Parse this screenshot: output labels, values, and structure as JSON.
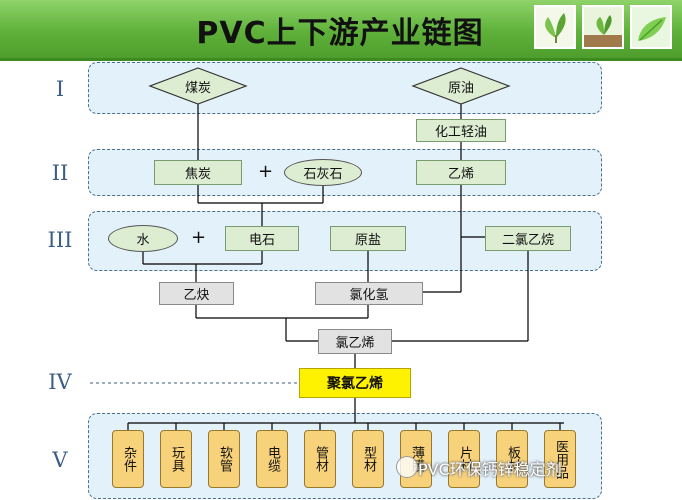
{
  "title": "PVC上下游产业链图",
  "levels": [
    "I",
    "II",
    "III",
    "IV",
    "V"
  ],
  "nodes": {
    "coal": "煤炭",
    "crude_oil": "原油",
    "naphtha": "化工轻油",
    "coke": "焦炭",
    "limestone": "石灰石",
    "ethylene": "乙烯",
    "water": "水",
    "calcium_carbide": "电石",
    "salt": "原盐",
    "edc": "二氯乙烷",
    "acetylene": "乙炔",
    "hcl": "氯化氢",
    "vcm": "氯乙烯",
    "pvc": "聚氯乙烯"
  },
  "plus_sign": "+",
  "products": [
    "杂件",
    "玩具",
    "软管",
    "电缆",
    "管材",
    "型材",
    "薄膜",
    "片材",
    "板材",
    "医用品"
  ],
  "watermark": "PVC环保钙锌稳定剂",
  "colors": {
    "header_green": "#5fb13a",
    "zone_fill": "#e3f1fa",
    "node_green": "#dcedd2",
    "node_gray": "#e2e2e2",
    "pvc_yellow": "#fff200",
    "product_orange": "#f8d27a",
    "roman_blue": "#3c5e86"
  }
}
